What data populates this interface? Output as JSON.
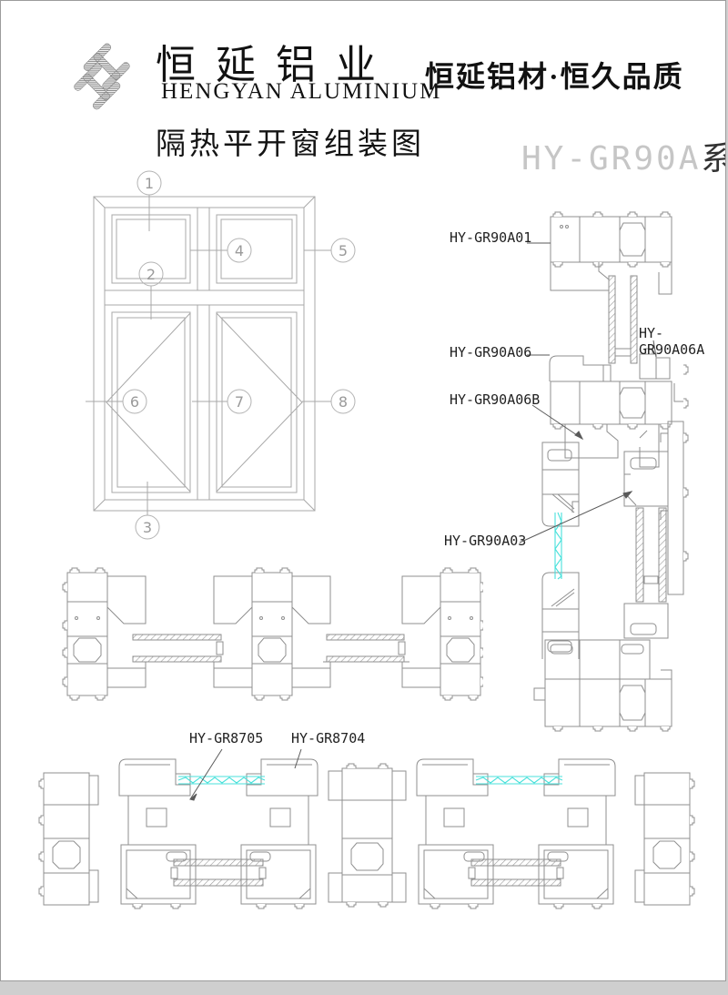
{
  "header": {
    "company_name_cn": "恒延铝业",
    "company_name_en": "HENGYAN ALUMINIUM",
    "drawing_title": "隔热平开窗组装图",
    "slogan": "恒延铝材·恒久品质",
    "series_code": "HY-GR90A",
    "series_suffix": "系列",
    "logo_glyph": "double-h-monogram"
  },
  "colors": {
    "profile_line_gray": "#8f8f8f",
    "elevation_line_gray": "#a8a8a8",
    "leader_line_gray": "#5a5a5a",
    "series_code_gray": "#c6c6c6",
    "seal_cyan": "#49e1db",
    "text_black": "#1a1a1a"
  },
  "elevation": {
    "callouts": [
      "1",
      "2",
      "3",
      "4",
      "5",
      "6",
      "7",
      "8"
    ]
  },
  "profile_labels": {
    "vertical_section": [
      "HY-GR90A01",
      "HY-GR90A06",
      "HY-GR90A06A",
      "HY-GR90A06B",
      "HY-GR90A03"
    ],
    "bottom_section": [
      "HY-GR8705",
      "HY-GR8704"
    ]
  }
}
